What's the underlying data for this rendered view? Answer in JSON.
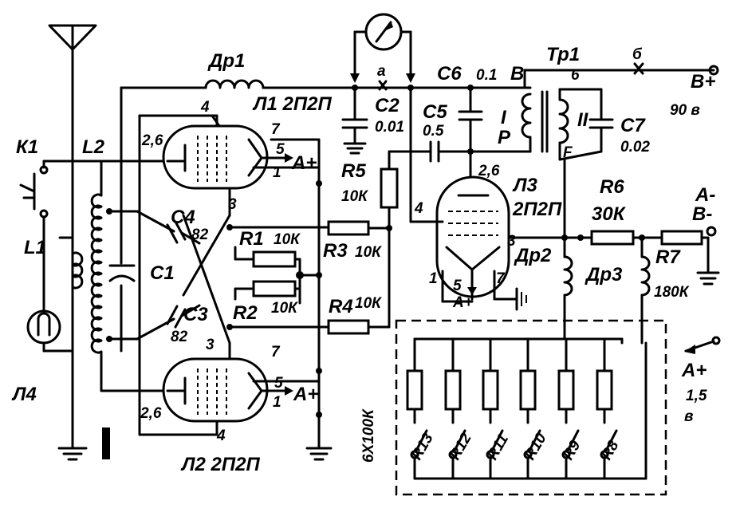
{
  "labels": {
    "dr1": "Др1",
    "tube_l1": "Л1 2П2П",
    "c2": "C2",
    "c2_value": "0.01",
    "point_a": "а",
    "c6": "C6",
    "c6_value": "0.1",
    "point_b": "В",
    "tr1": "Тр1",
    "point_v": "б",
    "b_plus": "В+",
    "b_plus_voltage": "90 в",
    "winding_g": "6",
    "winding_i": "I",
    "winding_p": "P",
    "winding_ii": "II",
    "winding_f": "F",
    "c7": "C7",
    "c7_value": "0.02",
    "c5": "C5",
    "c5_value": "0.5",
    "l3_pin_26": "2,6",
    "tube_l3": "Л3",
    "tube_l3_type": "2П2П",
    "l3_pin_4": "4",
    "l3_pin_3": "3",
    "l3_pin_1": "1",
    "l3_pin_5": "5",
    "l3_pin_7": "7",
    "l3_a_plus": "А+",
    "dr2": "Др2",
    "r6": "R6",
    "r6_value": "30К",
    "a_minus": "А-",
    "b_minus": "В-",
    "r7": "R7",
    "r7_value": "180К",
    "dr3": "Др3",
    "a_plus_right": "А+",
    "a_plus_voltage_1": "1,5",
    "a_plus_voltage_2": "в",
    "r5": "R5",
    "r5_value": "10К",
    "r3": "R3",
    "r3_value": "10К",
    "r4": "R4",
    "r4_value": "10К",
    "r1": "R1",
    "r1_value": "10К",
    "r2": "R2",
    "r2_value": "10К",
    "c4": "C4",
    "c4_value": "82",
    "c3": "C3",
    "c3_value": "82",
    "c1": "C1",
    "l2": "L2",
    "k1": "К1",
    "l1": "L1",
    "l4": "Л4",
    "l1_pin_26": "2,6",
    "l1_pin_4": "4",
    "l1_pin_7": "7",
    "l1_pin_5": "5",
    "l1_pin_1": "1",
    "l1_a_plus": "А+",
    "l1_pin_3": "3",
    "l2_pin_3": "3",
    "l2_pin_7": "7",
    "l2_pin_5": "5",
    "l2_pin_1": "1",
    "l2_a_plus": "А+",
    "l2_pin_26": "2,6",
    "l2_pin_4": "4",
    "tube_l2": "Л2 2П2П",
    "bank_value": "6Х100К",
    "r13": "R13",
    "r12": "R12",
    "r11": "R11",
    "r10": "R10",
    "r9": "R9",
    "r8": "R8"
  }
}
